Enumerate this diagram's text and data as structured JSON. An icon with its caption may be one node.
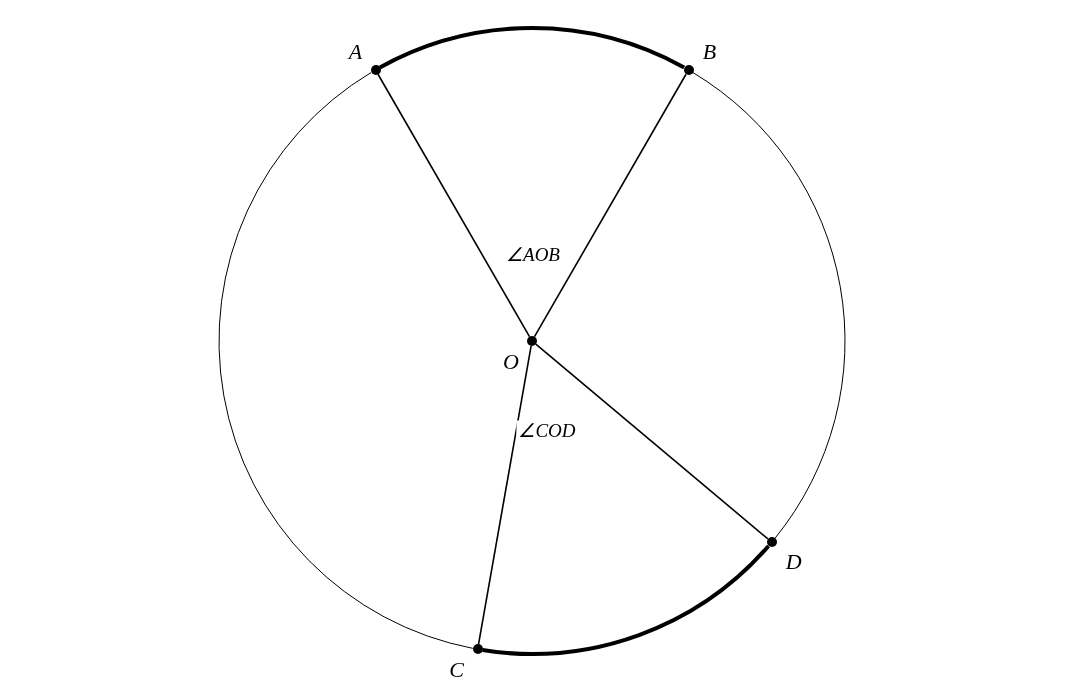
{
  "diagram": {
    "nodes": [
      {
        "text": [],
        "shape": "circle",
        "beside": [
          "A"
        ]
      },
      {
        "text": [],
        "shape": "circle",
        "beside": [
          "B"
        ]
      },
      {
        "text": [],
        "shape": "circle",
        "beside": [
          "O"
        ]
      },
      {
        "text": [],
        "shape": "circle",
        "beside": [
          "D"
        ]
      },
      {
        "text": [],
        "shape": "circle",
        "beside": [
          "C"
        ]
      }
    ],
    "edges": [
      {
        "from": 2,
        "to": 0,
        "arrow": "none"
      },
      {
        "from": 2,
        "to": 1,
        "arrow": "none"
      },
      {
        "from": 2,
        "to": 4,
        "arrow": "none"
      },
      {
        "from": 2,
        "to": 3,
        "arrow": "none"
      },
      {
        "from": 0,
        "to": 1,
        "arrow": "none",
        "style": "thick"
      },
      {
        "from": 1,
        "to": 3,
        "arrow": "none"
      },
      {
        "from": 3,
        "to": 4,
        "arrow": "none",
        "style": "thick"
      },
      {
        "from": 4,
        "to": 0,
        "arrow": "none"
      }
    ],
    "labels": [
      "∠AOB",
      "∠COD"
    ]
  }
}
